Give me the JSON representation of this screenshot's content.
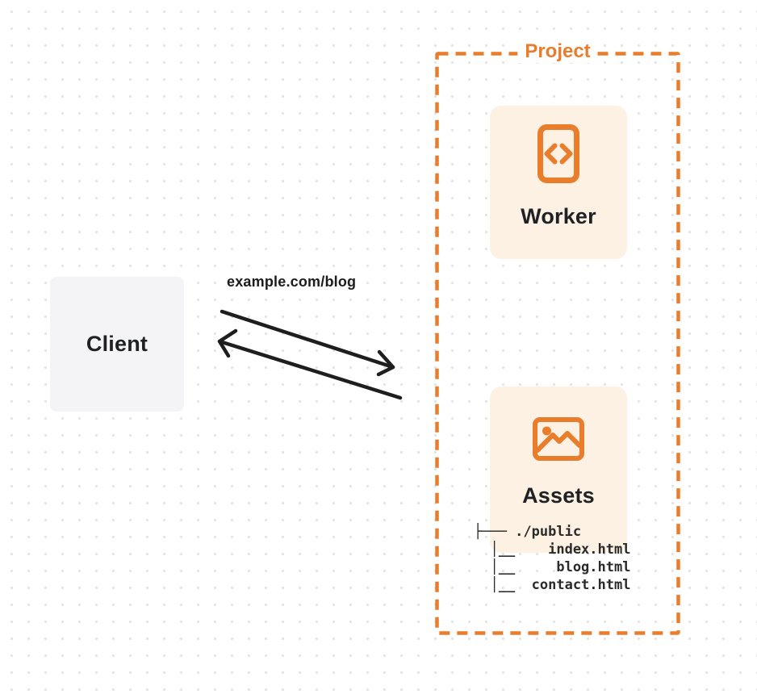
{
  "colors": {
    "accent_orange": "#ea7d2c",
    "card_cream": "#fcf1e3",
    "client_gray": "#f4f4f6",
    "ink": "#1f2124",
    "dot_grid": "#e3e3e5"
  },
  "client": {
    "label": "Client"
  },
  "request": {
    "url_label": "example.com/blog"
  },
  "project": {
    "label": "Project",
    "worker": {
      "label": "Worker",
      "icon": "code-file-icon"
    },
    "assets": {
      "label": "Assets",
      "icon": "image-icon",
      "file_tree": [
        "├─── ./public",
        "  │__    index.html",
        "  │__     blog.html",
        "  │__  contact.html"
      ]
    }
  }
}
